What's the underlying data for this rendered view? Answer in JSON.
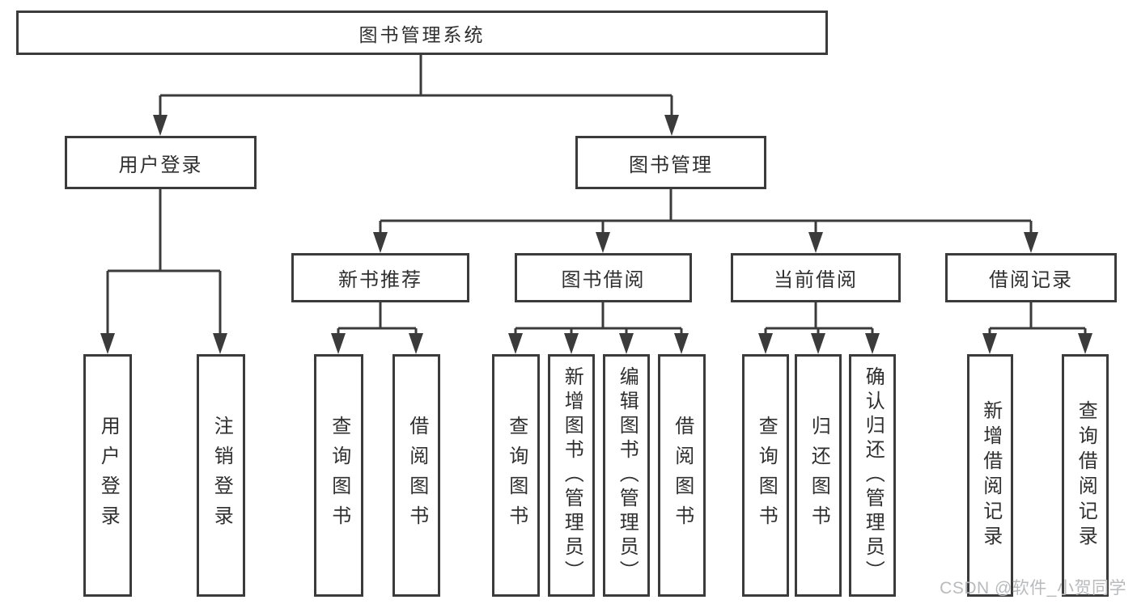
{
  "diagram": {
    "title": "图书管理系统",
    "tree": {
      "label": "图书管理系统",
      "children": [
        {
          "label": "用户登录",
          "children": [
            {
              "label": "用户登录"
            },
            {
              "label": "注销登录"
            }
          ]
        },
        {
          "label": "图书管理",
          "children": [
            {
              "label": "新书推荐",
              "children": [
                {
                  "label": "查询图书"
                },
                {
                  "label": "借阅图书"
                }
              ]
            },
            {
              "label": "图书借阅",
              "children": [
                {
                  "label": "查询图书"
                },
                {
                  "label": "新增图书（管理员）"
                },
                {
                  "label": "编辑图书（管理员）"
                },
                {
                  "label": "借阅图书"
                }
              ]
            },
            {
              "label": "当前借阅",
              "children": [
                {
                  "label": "查询图书"
                },
                {
                  "label": "归还图书"
                },
                {
                  "label": "确认归还（管理员）"
                }
              ]
            },
            {
              "label": "借阅记录",
              "children": [
                {
                  "label": "新增借阅记录"
                },
                {
                  "label": "查询借阅记录"
                }
              ]
            }
          ]
        }
      ]
    }
  },
  "watermark": {
    "text": "CSDN @软件_小贺同学"
  },
  "colors": {
    "line": "#3b3b3b",
    "text": "#2f2f2f",
    "background": "#ffffff",
    "watermark": "#b9babc"
  }
}
